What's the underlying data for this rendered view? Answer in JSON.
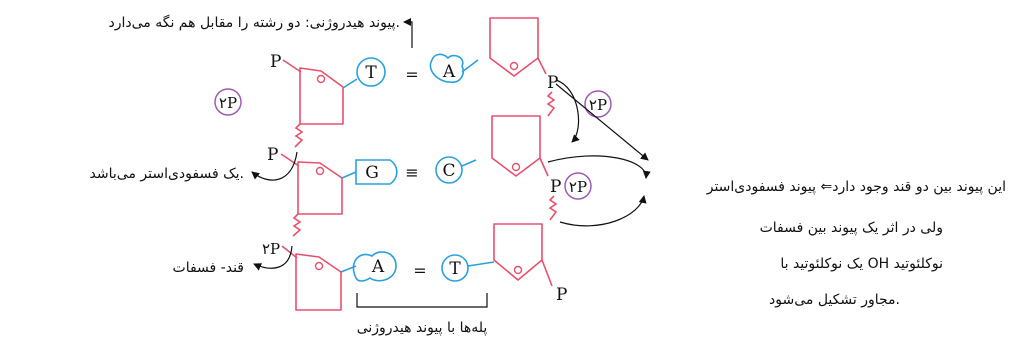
{
  "labels": {
    "hydrogen_bond_note": "پیوند هیدروژنی: دو رشته را مقابل هم نگه می‌دارد.",
    "phosphodiester_one": "یک فسفودی‌استر می‌باشد.",
    "sugar_phosphate": "قند- فسفات",
    "bases_note": "پله‌ها با پیوند هیدروژنی",
    "right_note_line1": "این پیوند بین دو قند وجود دارد⇐ پیوند فسفودی‌استر",
    "right_note_line2": "ولی در اثر یک پیوند بین فسفات",
    "right_note_line3": "یک نوکلئوتید با OH نوکلئوتید",
    "right_note_line4": "مجاور تشکیل می‌شود."
  },
  "bases": {
    "left": [
      "T",
      "G",
      "A"
    ],
    "right": [
      "A",
      "C",
      "T"
    ],
    "bonds": [
      "=",
      "≡",
      "="
    ]
  },
  "phosphate": "P",
  "two_p": "۲P",
  "colors": {
    "strand": "#e8506e",
    "base": "#2aa1dd",
    "badge": "#a05ab4",
    "text": "#111111"
  }
}
